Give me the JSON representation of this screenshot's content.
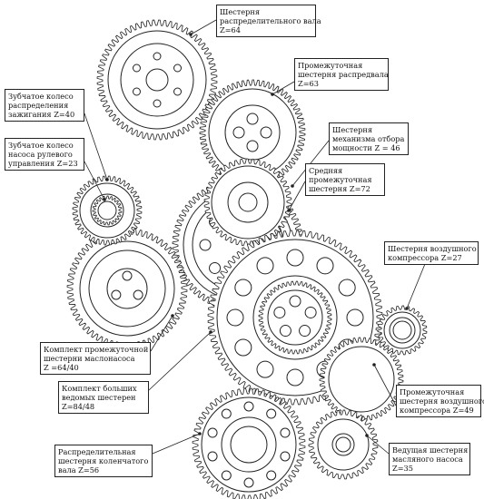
{
  "colors": {
    "stroke": "#222222",
    "background": "#ffffff",
    "text": "#111111"
  },
  "labels": [
    {
      "id": "camshaft-gear",
      "lines": [
        "Шестерня",
        "распределительного вала",
        "Z=64"
      ]
    },
    {
      "id": "intermediate-cam-gear",
      "lines": [
        "Промежуточная",
        "шестерня распредвала",
        "Z=63"
      ]
    },
    {
      "id": "ignition-gear",
      "lines": [
        "Зубчатое колесо",
        "распределения",
        "зажигания   Z=40"
      ]
    },
    {
      "id": "pto-gear",
      "lines": [
        "Шестерня",
        "механизма отбора",
        "мощности Z = 46"
      ]
    },
    {
      "id": "steering-pump-gear",
      "lines": [
        "Зубчатое колесо",
        "насоса рулевого",
        "управления  Z=23"
      ]
    },
    {
      "id": "middle-intermediate-gear",
      "lines": [
        "Средняя",
        "промежуточная",
        "шестерня  Z=72"
      ]
    },
    {
      "id": "air-compressor-gear",
      "lines": [
        "Шестерня воздушного",
        "компрессора   Z=27"
      ]
    },
    {
      "id": "oil-pump-intermediate-set",
      "lines": [
        "Комплект промежуточной",
        "шестерни маслонасоса",
        "Z =64/40"
      ]
    },
    {
      "id": "large-driven-gears-set",
      "lines": [
        "Комплект больших",
        " ведомых шестерен",
        "Z=84/48"
      ]
    },
    {
      "id": "compressor-intermediate-gear",
      "lines": [
        "Промежуточная",
        "шестерня воздушного",
        "компрессора   Z=49"
      ]
    },
    {
      "id": "crankshaft-gear",
      "lines": [
        "Распределительная",
        "шестерня коленчатого",
        "вала    Z=56"
      ]
    },
    {
      "id": "oil-pump-drive-gear",
      "lines": [
        "Ведущая шестерня",
        "масляного насоса",
        "Z=35"
      ]
    }
  ]
}
